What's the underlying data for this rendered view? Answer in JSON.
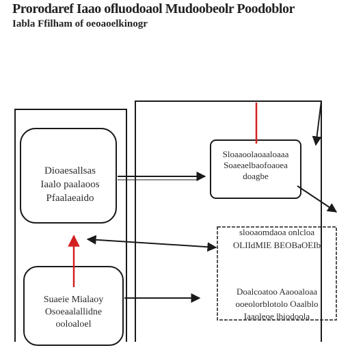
{
  "header": {
    "line1": "Prorodaref Iaao ofluodoaol Mudoobeolr Poodoblor",
    "line2": "Iabla Ffilham of oeoaoelkinogr"
  },
  "boxes": {
    "top_left": {
      "lines": [
        "Dioaesallsas",
        "Iaalo paalaoos",
        "Pfaalaeaido"
      ]
    },
    "bottom_left": {
      "lines": [
        "Suaeie Mialaoy",
        "Osoeaalallidne",
        "ooloaloel"
      ]
    },
    "top_right": {
      "lines": [
        "Sloaaoolaoaaloaaa",
        "Soaeaelbaofoaoea",
        "doagbe"
      ]
    },
    "bottom_right": {
      "lines_top": [
        "slooaomdaoa onlcloa",
        "OLIIdMIE BEOBaOEIb"
      ],
      "lines_bottom": [
        "Doalcoatoo Aaooaloaa",
        "ooeolorblotolo Oaalblo",
        "Iaaoleoe lbiodoola"
      ]
    }
  },
  "colors": {
    "ink": "#1a1a1a",
    "accent_red": "#d42020"
  }
}
